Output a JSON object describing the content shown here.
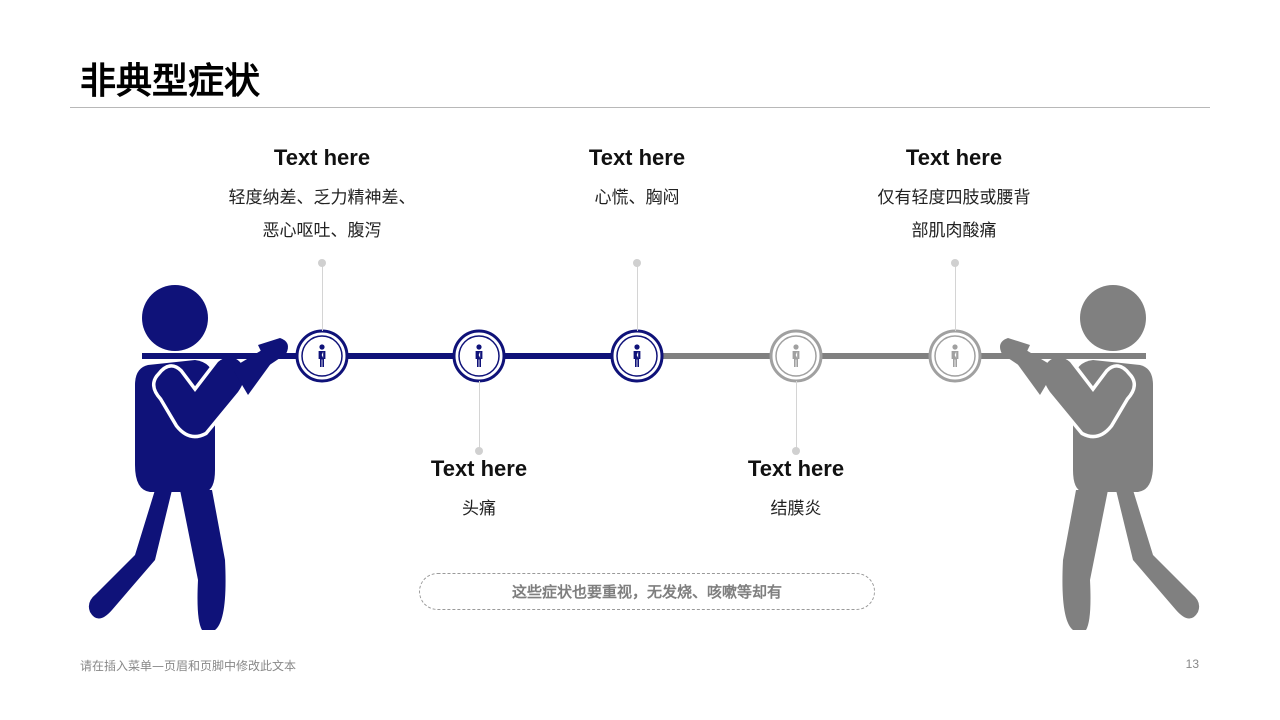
{
  "title": "非典型症状",
  "colors": {
    "primary": "#0f1279",
    "secondary": "#808080",
    "connector": "#d4d4d4"
  },
  "symptoms_top": [
    {
      "heading": "Text here",
      "lines": [
        "轻度纳差、乏力精神差、",
        "恶心呕吐、腹泻"
      ]
    },
    {
      "heading": "Text here",
      "lines": [
        "心慌、胸闷"
      ]
    },
    {
      "heading": "Text here",
      "lines": [
        "仅有轻度四肢或腰背",
        "部肌肉酸痛"
      ]
    }
  ],
  "symptoms_bottom": [
    {
      "heading": "Text here",
      "lines": [
        "头痛"
      ]
    },
    {
      "heading": "Text here",
      "lines": [
        "结膜炎"
      ]
    }
  ],
  "markers": [
    {
      "icon": "person-icon",
      "style": "primary"
    },
    {
      "icon": "person-icon",
      "style": "primary"
    },
    {
      "icon": "person-icon",
      "style": "primary"
    },
    {
      "icon": "person-icon",
      "style": "secondary"
    },
    {
      "icon": "person-icon",
      "style": "secondary"
    }
  ],
  "figures": {
    "left": "tug-of-war-person-icon",
    "right": "tug-of-war-person-icon"
  },
  "note": "这些症状也要重视，无发烧、咳嗽等却有",
  "footer": {
    "text": "请在插入菜单—页眉和页脚中修改此文本",
    "page": "13"
  }
}
